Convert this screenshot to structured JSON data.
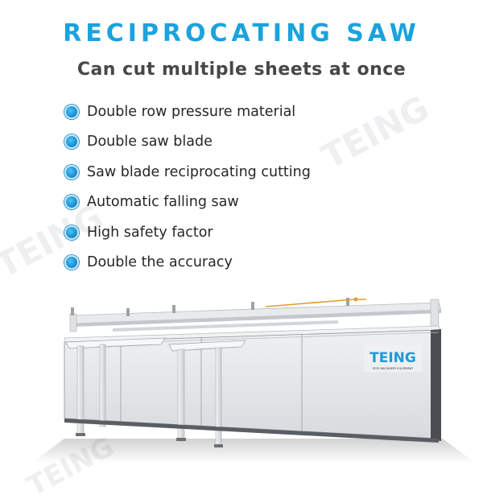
{
  "header": {
    "title": "RECIPROCATING SAW",
    "subtitle": "Can cut multiple sheets at once"
  },
  "features": [
    {
      "label": "Double row pressure material",
      "icon": "bullet-dot-icon"
    },
    {
      "label": "Double saw blade",
      "icon": "bullet-dot-icon"
    },
    {
      "label": "Saw blade reciprocating cutting",
      "icon": "bullet-dot-icon"
    },
    {
      "label": "Automatic falling saw",
      "icon": "bullet-dot-icon"
    },
    {
      "label": "High safety factor",
      "icon": "bullet-dot-icon"
    },
    {
      "label": "Double the accuracy",
      "icon": "bullet-dot-icon"
    }
  ],
  "machine": {
    "logo_text": "TEING",
    "logo_subtext": "SEYE MACHINERY EQUIPMENT"
  },
  "watermark": {
    "text": "TEING"
  },
  "colors": {
    "title": "#1aa3dd",
    "subtitle": "#474747",
    "bullet": "#1c94d8",
    "cabinet": "#e2e4e6",
    "frame": "#d6d8da"
  }
}
